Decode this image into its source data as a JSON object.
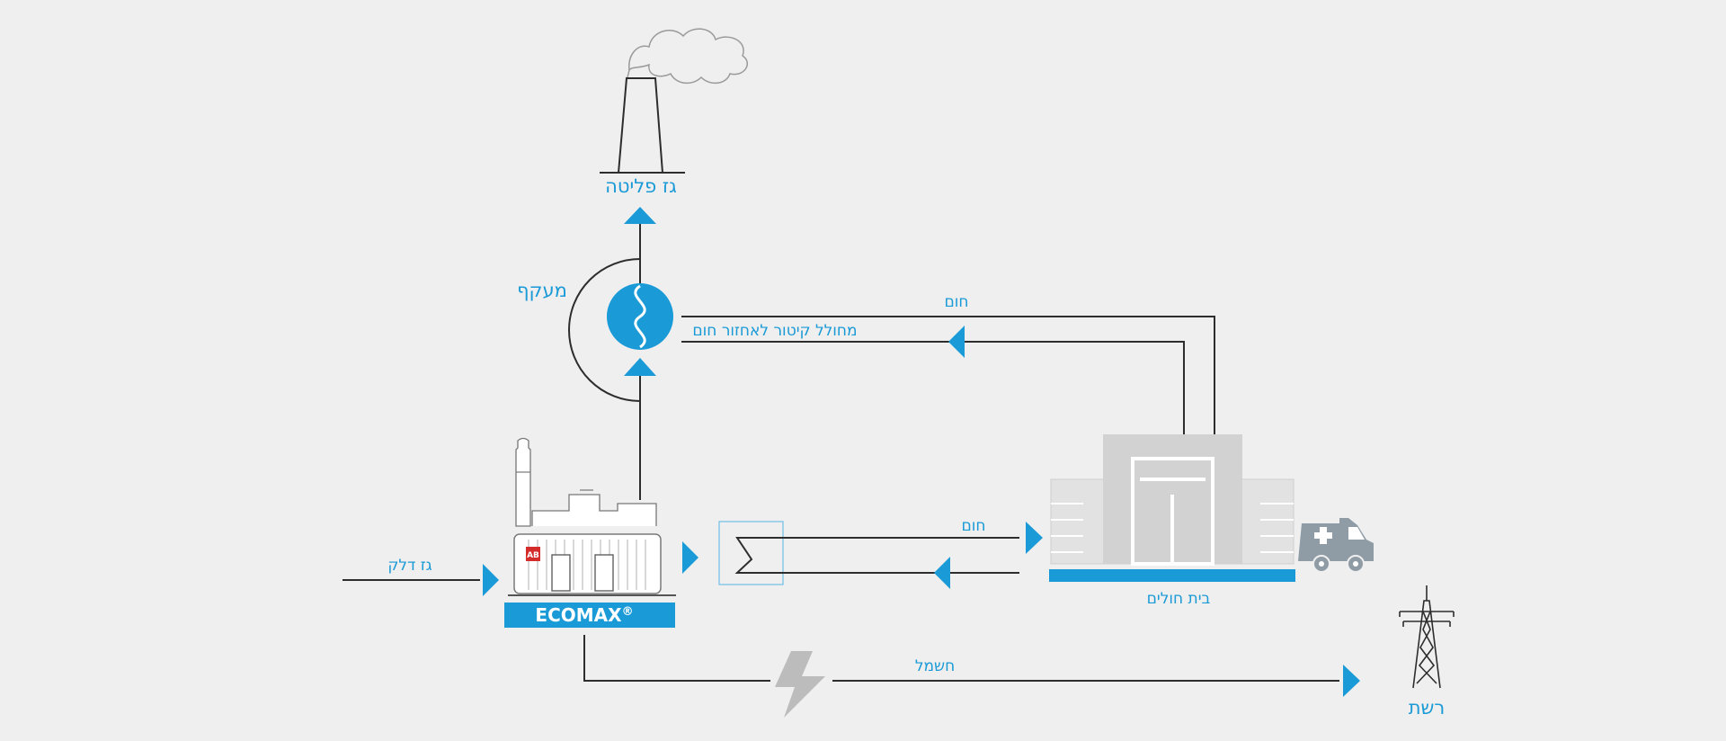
{
  "labels": {
    "flue_gas": "גז פליטה",
    "condenser": "מעקף",
    "heat_top": "חום",
    "recovery_exchanger": "מחולל קיטור לאחזור חום",
    "heat_mid": "חום",
    "fuel_gas": "גז דלק",
    "electricity": "חשמל",
    "grid": "רשת",
    "hospital": "בית חולים"
  },
  "brand": {
    "name": "ECOMAX",
    "registered": "®",
    "badge": "AB"
  },
  "icons": [
    "smoke-cloud-icon",
    "chimney-icon",
    "heat-exchanger-icon",
    "ecomax-generator-icon",
    "lightning-icon",
    "hospital-building-icon",
    "ambulance-icon",
    "power-pylon-icon"
  ],
  "colors": {
    "accent": "#1a9ad6",
    "line": "#2d2d2d",
    "background": "#efefef",
    "badge": "#d42b2b"
  }
}
